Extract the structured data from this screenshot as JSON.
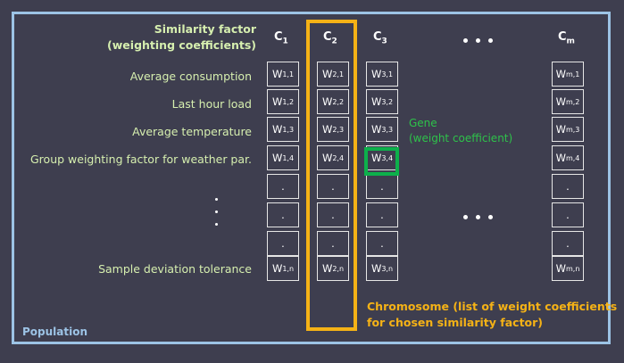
{
  "similarity_title_line1": "Similarity factor",
  "similarity_title_line2": "(weighting  coefficients)",
  "row_labels": [
    "Average consumption",
    "Last hour load",
    "Average temperature",
    "Group weighting factor for weather par.",
    "Sample deviation tolerance"
  ],
  "column_headers": [
    {
      "base": "C",
      "sub": "1"
    },
    {
      "base": "C",
      "sub": "2"
    },
    {
      "base": "C",
      "sub": "3"
    },
    {
      "base": "C",
      "sub": "m"
    }
  ],
  "cells": {
    "c1": [
      [
        "W",
        "1,1"
      ],
      [
        "W",
        "1,2"
      ],
      [
        "W",
        "1,3"
      ],
      [
        "W",
        "1,4"
      ],
      ".",
      ".",
      ".",
      [
        "W",
        "1,n"
      ]
    ],
    "c2": [
      [
        "W",
        "2,1"
      ],
      [
        "W",
        "2,2"
      ],
      [
        "W",
        "2,3"
      ],
      [
        "W",
        "2,4"
      ],
      ".",
      ".",
      ".",
      [
        "W",
        "2,n"
      ]
    ],
    "c3": [
      [
        "W",
        "3,1"
      ],
      [
        "W",
        "3,2"
      ],
      [
        "W",
        "3,3"
      ],
      [
        "W",
        "3,4"
      ],
      ".",
      ".",
      ".",
      [
        "W",
        "3,n"
      ]
    ],
    "cm": [
      [
        "W",
        "m,1"
      ],
      [
        "W",
        "m,2"
      ],
      [
        "W",
        "m,3"
      ],
      [
        "W",
        "m,4"
      ],
      ".",
      ".",
      ".",
      [
        "W",
        "m,n"
      ]
    ]
  },
  "gene_label_line1": "Gene",
  "gene_label_line2": "(weight coefficient)",
  "chromosome_label_line1": "Chromosome (list of weight coefficients",
  "chromosome_label_line2": "for chosen similarity factor)",
  "population_label": "Population",
  "colors": {
    "background": "#3e3e4f",
    "population": "#9cc3e5",
    "chromosome": "#f5b216",
    "gene": "#0db04b",
    "labels": "#d6efaf"
  }
}
